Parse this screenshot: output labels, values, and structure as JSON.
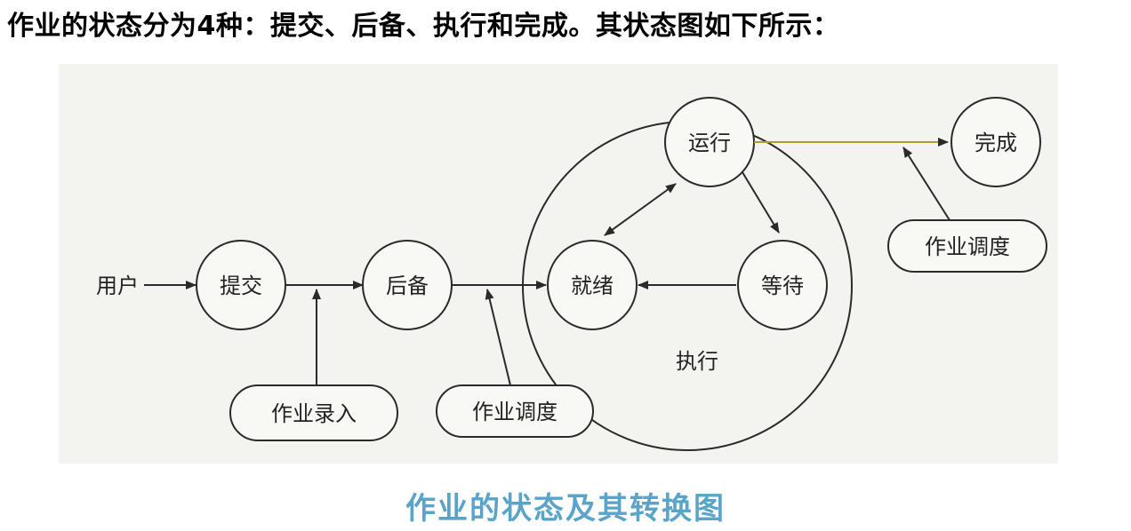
{
  "heading": "作业的状态分为4种：提交、后备、执行和完成。其状态图如下所示：",
  "caption": "作业的状态及其转换图",
  "diagram": {
    "user_label": "用户",
    "states": {
      "submit": "提交",
      "backup": "后备",
      "running": "运行",
      "ready": "就绪",
      "waiting": "等待",
      "done": "完成"
    },
    "execute_label": "执行",
    "boxes": {
      "job_entry": "作业录入",
      "job_schedule_1": "作业调度",
      "job_schedule_2": "作业调度"
    }
  },
  "colors": {
    "caption": "#5aa3c9",
    "diagram_bg": "#f3f3ef",
    "line": "#2a2a2a",
    "arrow_to_done": "#b49a2e"
  }
}
